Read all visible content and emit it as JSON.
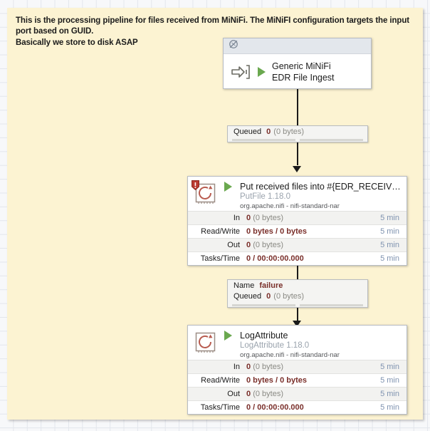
{
  "label": {
    "text": "This is the processing pipeline for files received from MiNiFi. The MiNiFI configuration targets the input port based on GUID.\nBasically we store to disk ASAP",
    "background_color": "#fcf3d2"
  },
  "input_port": {
    "name": "Generic MiNiFi\nEDR File Ingest",
    "header_icon": "transmission-disabled-icon",
    "port_icon": "input-port-icon",
    "run_status_icon": "running-play-icon"
  },
  "connections": [
    {
      "id": "port-to-putfile",
      "rows": [
        {
          "key": "Queued",
          "value": "0",
          "detail": "(0 bytes)"
        }
      ]
    },
    {
      "id": "putfile-failure-to-logattribute",
      "rows": [
        {
          "key": "Name",
          "name_value": "failure"
        },
        {
          "key": "Queued",
          "value": "0",
          "detail": "(0 bytes)"
        }
      ]
    }
  ],
  "processors": [
    {
      "id": "putfile",
      "name": "Put received files into #{EDR_RECEIV…",
      "type": "PutFile 1.18.0",
      "bundle": "org.apache.nifi - nifi-standard-nar",
      "has_bulletin": true,
      "bulletin_icon": "warning-bulletin-icon",
      "run_status_icon": "running-play-icon",
      "stats": [
        {
          "label": "In",
          "value": "0",
          "detail": "(0 bytes)",
          "time": "5 min"
        },
        {
          "label": "Read/Write",
          "value": "0 bytes / 0 bytes",
          "detail": "",
          "time": "5 min"
        },
        {
          "label": "Out",
          "value": "0",
          "detail": "(0 bytes)",
          "time": "5 min"
        },
        {
          "label": "Tasks/Time",
          "value": "0 / 00:00:00.000",
          "detail": "",
          "time": "5 min"
        }
      ]
    },
    {
      "id": "logattribute",
      "name": "LogAttribute",
      "type": "LogAttribute 1.18.0",
      "bundle": "org.apache.nifi - nifi-standard-nar",
      "has_bulletin": false,
      "run_status_icon": "running-play-icon",
      "stats": [
        {
          "label": "In",
          "value": "0",
          "detail": "(0 bytes)",
          "time": "5 min"
        },
        {
          "label": "Read/Write",
          "value": "0 bytes / 0 bytes",
          "detail": "",
          "time": "5 min"
        },
        {
          "label": "Out",
          "value": "0",
          "detail": "(0 bytes)",
          "time": "5 min"
        },
        {
          "label": "Tasks/Time",
          "value": "0 / 00:00:00.000",
          "detail": "",
          "time": "5 min"
        }
      ]
    }
  ]
}
